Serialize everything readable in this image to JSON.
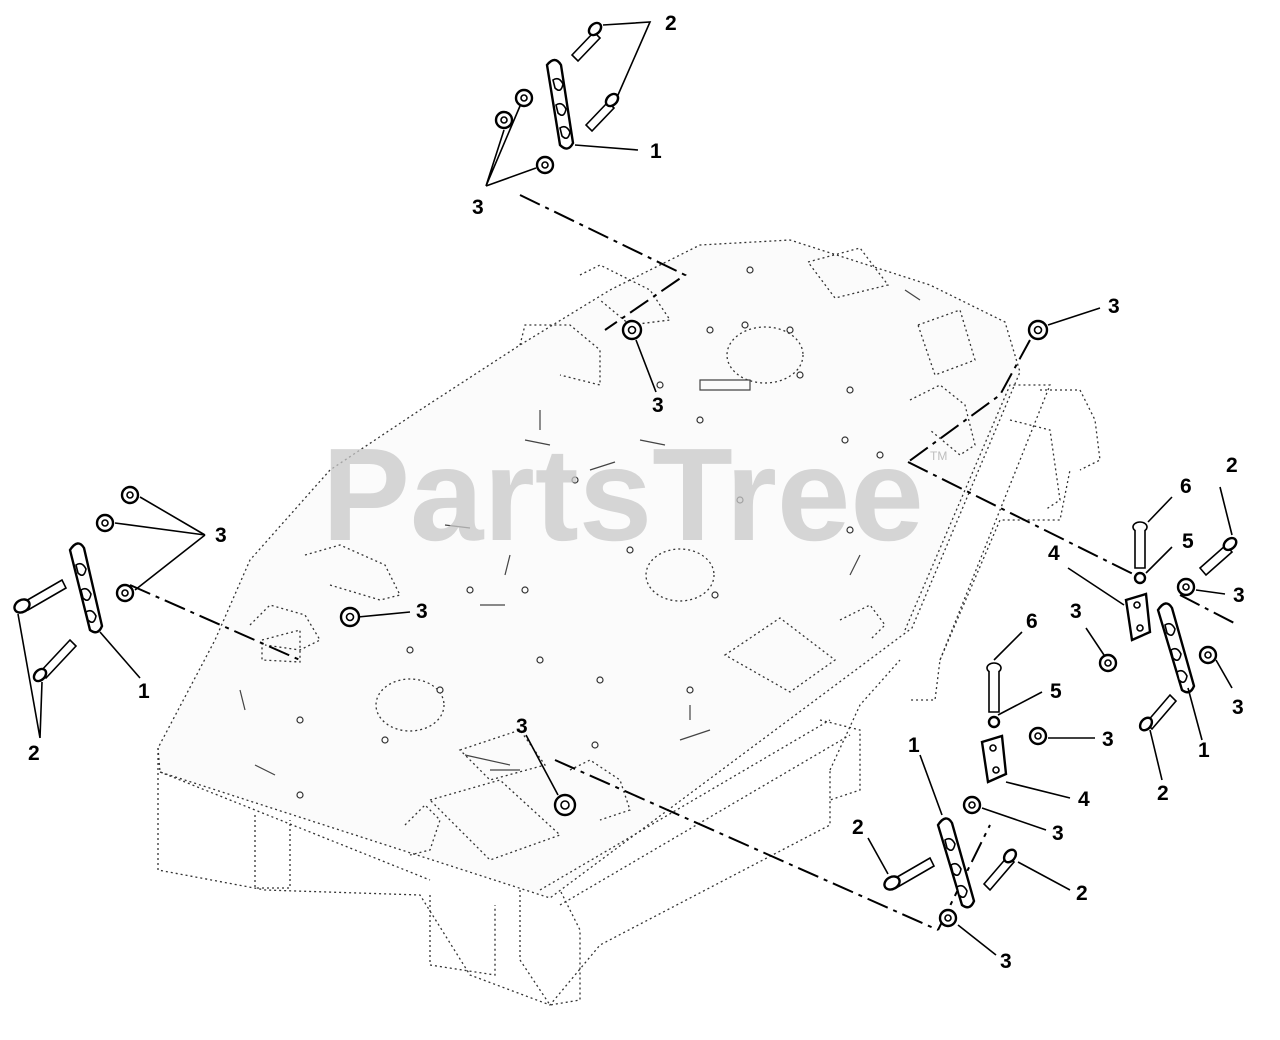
{
  "watermark": {
    "text": "PartsTree",
    "mark": "TM"
  },
  "callouts": {
    "top_group": {
      "bolt": "2",
      "chain": "1",
      "nut": "3"
    },
    "deck_nut_top": "3",
    "deck_nut_right": "3",
    "left_group": {
      "nut": "3",
      "chain": "1",
      "bolt": "2"
    },
    "deck_nut_left": "3",
    "deck_nut_front": "3",
    "right_upper": {
      "pin": "6",
      "spacer": "5",
      "bracket": "4",
      "bolt": "2",
      "nut_a": "3",
      "nut_b": "3",
      "nut_c": "3",
      "bolt_lower": "2",
      "chain": "1"
    },
    "right_lower": {
      "pin": "6",
      "spacer": "5",
      "nut_a": "3",
      "bracket": "4",
      "chain": "1",
      "nut_b": "3",
      "bolt_left": "2",
      "bolt_right": "2",
      "nut_bottom": "3"
    }
  }
}
